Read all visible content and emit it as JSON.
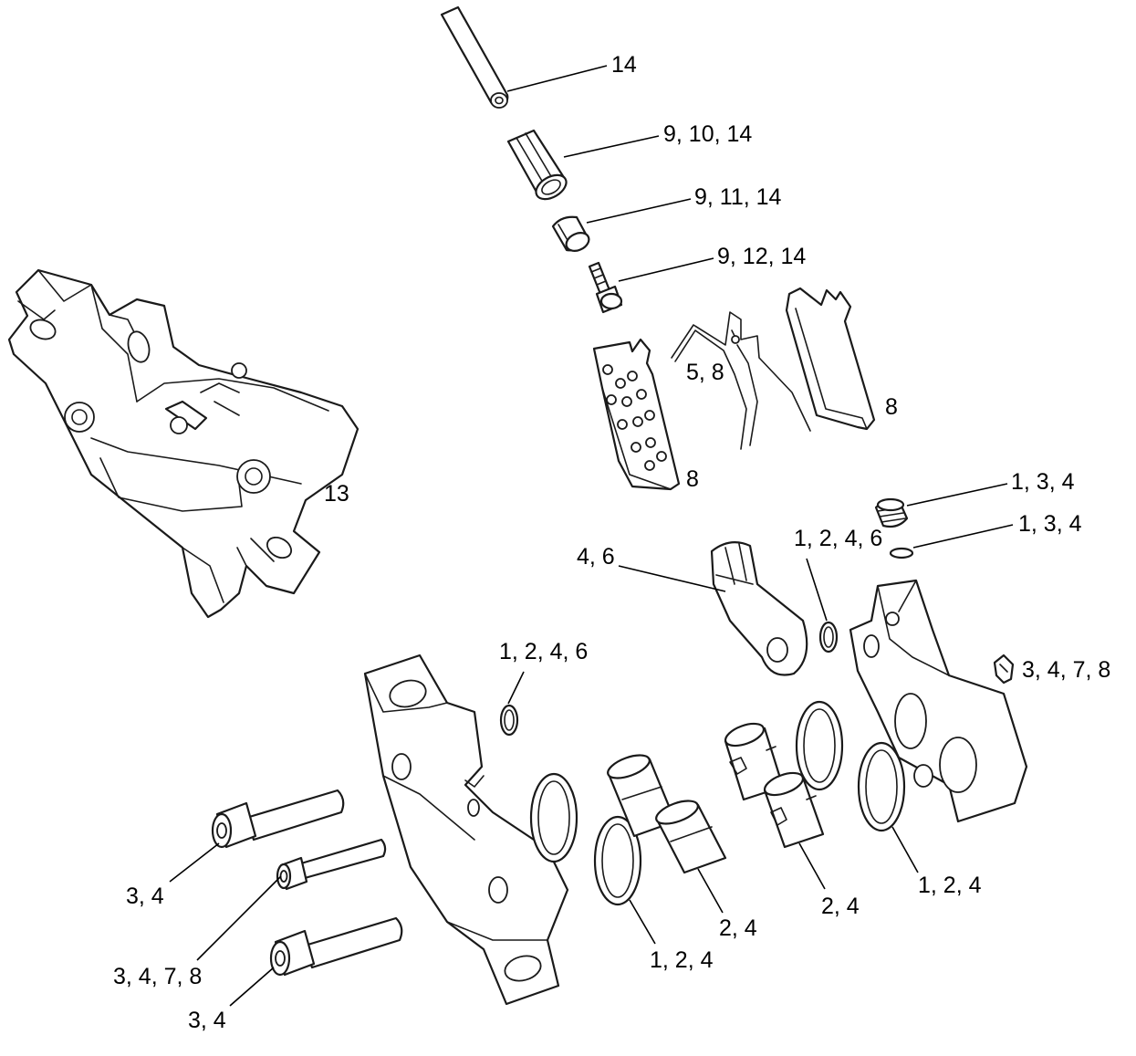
{
  "diagram": {
    "type": "exploded-parts-diagram",
    "colors": {
      "line": "#1a1a1a",
      "background": "#ffffff"
    },
    "callouts": [
      {
        "id": "tube",
        "label": "14"
      },
      {
        "id": "compression-nut",
        "label": "9, 10, 14"
      },
      {
        "id": "olive",
        "label": "9, 11, 14"
      },
      {
        "id": "barb",
        "label": "9, 12, 14"
      },
      {
        "id": "pad-spring",
        "label": "5, 8"
      },
      {
        "id": "pad-right",
        "label": "8"
      },
      {
        "id": "pad-left",
        "label": "8"
      },
      {
        "id": "caliper-assembly",
        "label": "13"
      },
      {
        "id": "bleed-screw",
        "label": "1, 3, 4"
      },
      {
        "id": "bleed-oring",
        "label": "1, 3, 4"
      },
      {
        "id": "oring-upper",
        "label": "1, 2, 4, 6"
      },
      {
        "id": "banjo",
        "label": "4, 6"
      },
      {
        "id": "pin-clip",
        "label": "3, 4, 7, 8"
      },
      {
        "id": "oring-left",
        "label": "1, 2, 4, 6"
      },
      {
        "id": "bolt-upper",
        "label": "3, 4"
      },
      {
        "id": "pad-pin",
        "label": "3, 4, 7, 8"
      },
      {
        "id": "bolt-lower",
        "label": "3, 4"
      },
      {
        "id": "seal-left",
        "label": "1, 2, 4"
      },
      {
        "id": "piston-left",
        "label": "2, 4"
      },
      {
        "id": "piston-right",
        "label": "2, 4"
      },
      {
        "id": "seal-right",
        "label": "1, 2, 4"
      }
    ]
  }
}
